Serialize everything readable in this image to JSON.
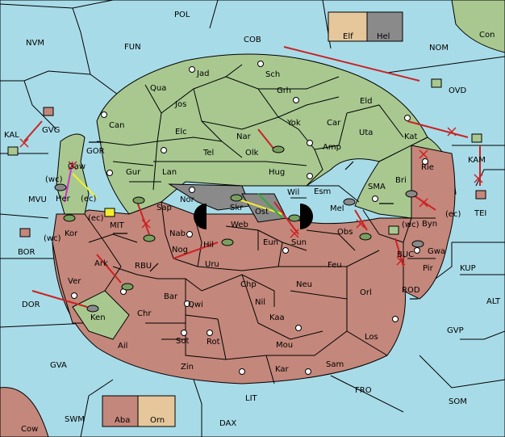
{
  "colors": {
    "sea": "#a8dbe8",
    "green_land": "#a8c890",
    "red_land": "#c4877b",
    "tan_land": "#e6c79b",
    "gray_land": "#8a8a8a",
    "arrow_red": "#cc2222",
    "arrow_yellow": "#f2ee33",
    "arrow_green": "#33aa33",
    "arrow_magenta": "#cc33cc"
  },
  "sea_labels": [
    {
      "id": "POL",
      "text": "POL"
    },
    {
      "id": "NVM",
      "text": "NVM"
    },
    {
      "id": "FUN",
      "text": "FUN"
    },
    {
      "id": "COB",
      "text": "COB"
    },
    {
      "id": "NOM",
      "text": "NOM"
    },
    {
      "id": "OVD",
      "text": "OVD"
    },
    {
      "id": "KAL",
      "text": "KAL"
    },
    {
      "id": "GOR",
      "text": "GOR"
    },
    {
      "id": "MVU",
      "text": "MVU"
    },
    {
      "id": "MIT",
      "text": "MIT"
    },
    {
      "id": "BOR",
      "text": "BOR"
    },
    {
      "id": "RBU",
      "text": "RBU"
    },
    {
      "id": "DOR",
      "text": "DOR"
    },
    {
      "id": "GVA",
      "text": "GVA"
    },
    {
      "id": "SWM",
      "text": "SWM"
    },
    {
      "id": "LIT",
      "text": "LIT"
    },
    {
      "id": "DAX",
      "text": "DAX"
    },
    {
      "id": "FRO",
      "text": "FRO"
    },
    {
      "id": "SOM",
      "text": "SOM"
    },
    {
      "id": "GVP",
      "text": "GVP"
    },
    {
      "id": "ALT",
      "text": "ALT"
    },
    {
      "id": "KUP",
      "text": "KUP"
    },
    {
      "id": "ROD",
      "text": "ROD"
    },
    {
      "id": "BUC",
      "text": "BUC"
    },
    {
      "id": "TEI",
      "text": "TEI"
    },
    {
      "id": "KAM",
      "text": "KAM"
    },
    {
      "id": "SMA",
      "text": "SMA"
    }
  ],
  "land_labels": [
    {
      "id": "Con",
      "text": "Con"
    },
    {
      "id": "Elf",
      "text": "Elf"
    },
    {
      "id": "Hel",
      "text": "Hel"
    },
    {
      "id": "Jad",
      "text": "Jad"
    },
    {
      "id": "Sch",
      "text": "Sch"
    },
    {
      "id": "Qua",
      "text": "Qua"
    },
    {
      "id": "Jos",
      "text": "Jos"
    },
    {
      "id": "Grh",
      "text": "Grh"
    },
    {
      "id": "Eld",
      "text": "Eld"
    },
    {
      "id": "Can",
      "text": "Can"
    },
    {
      "id": "Elc",
      "text": "Elc"
    },
    {
      "id": "Nar",
      "text": "Nar"
    },
    {
      "id": "Yok",
      "text": "Yok"
    },
    {
      "id": "Car",
      "text": "Car"
    },
    {
      "id": "Uta",
      "text": "Uta"
    },
    {
      "id": "Kat",
      "text": "Kat"
    },
    {
      "id": "Tel",
      "text": "Tel"
    },
    {
      "id": "Olk",
      "text": "Olk"
    },
    {
      "id": "Amp",
      "text": "Amp"
    },
    {
      "id": "Gaw",
      "text": "Gaw"
    },
    {
      "id": "Gur",
      "text": "Gur"
    },
    {
      "id": "Lan",
      "text": "Lan"
    },
    {
      "id": "Hug",
      "text": "Hug"
    },
    {
      "id": "Bri",
      "text": "Bri"
    },
    {
      "id": "Rie",
      "text": "Rie"
    },
    {
      "id": "Her",
      "text": "Her"
    },
    {
      "id": "Nor",
      "text": "Nor"
    },
    {
      "id": "Skr",
      "text": "Skr"
    },
    {
      "id": "Wil",
      "text": "Wil"
    },
    {
      "id": "Esm",
      "text": "Esm"
    },
    {
      "id": "Sap",
      "text": "Sap"
    },
    {
      "id": "Ost",
      "text": "Ost"
    },
    {
      "id": "Web",
      "text": "Web"
    },
    {
      "id": "Mel",
      "text": "Mel"
    },
    {
      "id": "Kor",
      "text": "Kor"
    },
    {
      "id": "Byn",
      "text": "Byn"
    },
    {
      "id": "Nab",
      "text": "Nab"
    },
    {
      "id": "Obs",
      "text": "Obs"
    },
    {
      "id": "Eun",
      "text": "Eun"
    },
    {
      "id": "Sun",
      "text": "Sun"
    },
    {
      "id": "Gwa",
      "text": "Gwa"
    },
    {
      "id": "Nog",
      "text": "Nog"
    },
    {
      "id": "Hil",
      "text": "Hil"
    },
    {
      "id": "Ark",
      "text": "Ark"
    },
    {
      "id": "Uru",
      "text": "Uru"
    },
    {
      "id": "Feu",
      "text": "Feu"
    },
    {
      "id": "Pir",
      "text": "Pir"
    },
    {
      "id": "Ver",
      "text": "Ver"
    },
    {
      "id": "Chp",
      "text": "Chp"
    },
    {
      "id": "Neu",
      "text": "Neu"
    },
    {
      "id": "Bar",
      "text": "Bar"
    },
    {
      "id": "Orl",
      "text": "Orl"
    },
    {
      "id": "Qwi",
      "text": "Qwi"
    },
    {
      "id": "Nil",
      "text": "Nil"
    },
    {
      "id": "Chr",
      "text": "Chr"
    },
    {
      "id": "Ken",
      "text": "Ken"
    },
    {
      "id": "Kaa",
      "text": "Kaa"
    },
    {
      "id": "Los",
      "text": "Los"
    },
    {
      "id": "Sot",
      "text": "Sot"
    },
    {
      "id": "Rot",
      "text": "Rot"
    },
    {
      "id": "Mou",
      "text": "Mou"
    },
    {
      "id": "Ail",
      "text": "Ail"
    },
    {
      "id": "Zin",
      "text": "Zin"
    },
    {
      "id": "Kar",
      "text": "Kar"
    },
    {
      "id": "Sam",
      "text": "Sam"
    },
    {
      "id": "Aba",
      "text": "Aba"
    },
    {
      "id": "Orn",
      "text": "Orn"
    },
    {
      "id": "Cow",
      "text": "Cow"
    },
    {
      "id": "GVG",
      "text": "GVG"
    }
  ],
  "coast_labels": [
    {
      "id": "wc1",
      "text": "(wc)"
    },
    {
      "id": "ec1",
      "text": "(ec)"
    },
    {
      "id": "wc2",
      "text": "(wc)"
    },
    {
      "id": "ec2",
      "text": "(ec)"
    },
    {
      "id": "wc3",
      "text": "(wc)"
    },
    {
      "id": "ec3",
      "text": "(ec)"
    }
  ]
}
